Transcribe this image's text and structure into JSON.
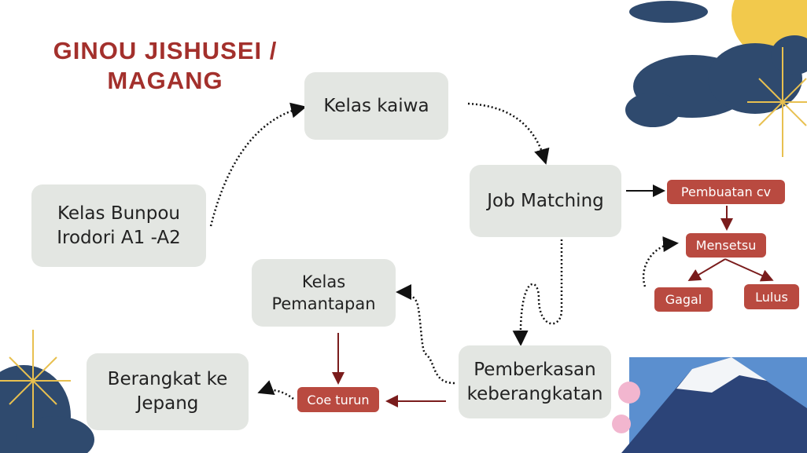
{
  "title": {
    "line1": "GINOU JISHUSEI  /",
    "line2": "MAGANG"
  },
  "nodes": {
    "kelas_bunpou": {
      "line1": "Kelas Bunpou",
      "line2": "Irodori A1 -A2"
    },
    "kelas_kaiwa": "Kelas kaiwa",
    "job_matching": "Job Matching",
    "pemberkasan": {
      "line1": "Pemberkasan",
      "line2": "keberangkatan"
    },
    "kelas_pemantapan": {
      "line1": "Kelas",
      "line2": "Pemantapan"
    },
    "berangkat": {
      "line1": "Berangkat ke",
      "line2": "Jepang"
    },
    "pembuatan_cv": "Pembuatan cv",
    "mensetsu": "Mensetsu",
    "gagal": "Gagal",
    "lulus": "Lulus",
    "coe_turun": "Coe turun"
  },
  "colors": {
    "accent": "#b94a40",
    "box": "#e3e6e2",
    "title": "#a3302c",
    "navy": "#2f4a6e",
    "sun": "#f2c94c"
  }
}
